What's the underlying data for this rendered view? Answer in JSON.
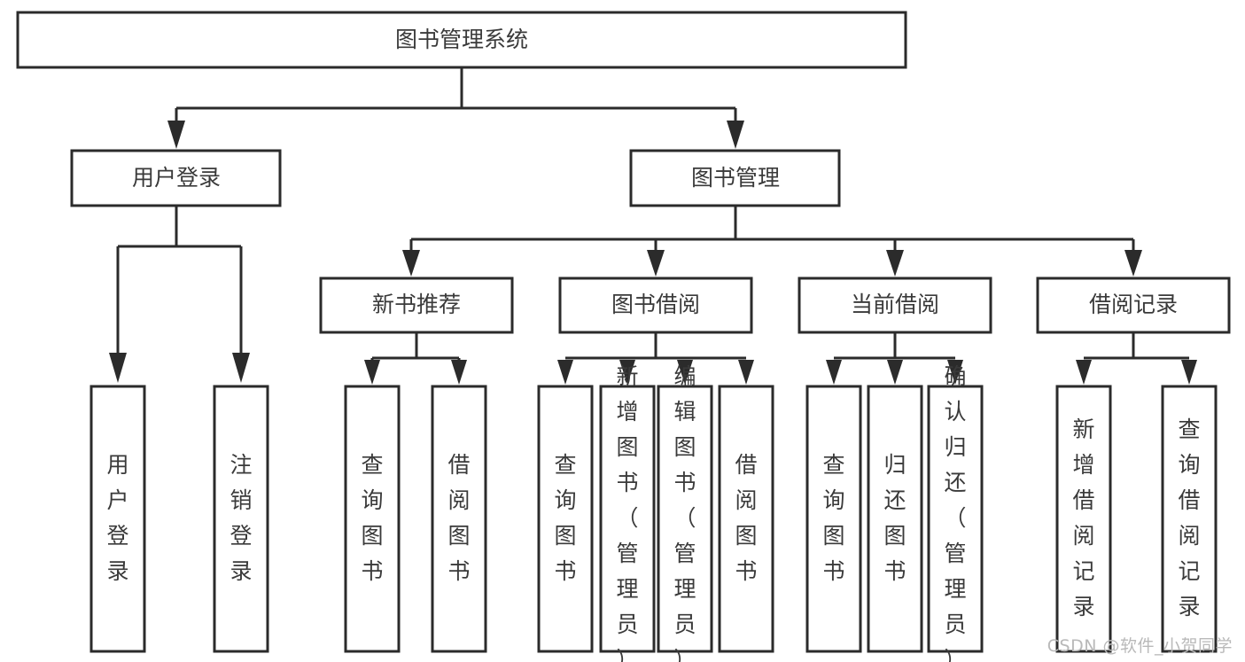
{
  "diagram": {
    "title": "图书管理系统",
    "type": "hierarchy-tree",
    "orientation": "top-down",
    "colors": {
      "box_stroke": "#2b2b2b",
      "box_fill": "#ffffff",
      "text": "#3a3a3a",
      "connector": "#2b2b2b",
      "watermark": "#b9b9b9",
      "background": "#ffffff"
    },
    "root": {
      "label": "图书管理系统"
    },
    "level2": [
      {
        "label": "用户登录"
      },
      {
        "label": "图书管理"
      }
    ],
    "level3": [
      {
        "label": "新书推荐"
      },
      {
        "label": "图书借阅"
      },
      {
        "label": "当前借阅"
      },
      {
        "label": "借阅记录"
      }
    ],
    "leaves": {
      "user_login": [
        "用户登录",
        "注销登录"
      ],
      "new_book_recommend": [
        "查询图书",
        "借阅图书"
      ],
      "book_borrow": [
        "查询图书",
        "新增图书（管理员）",
        "编辑图书（管理员）",
        "借阅图书"
      ],
      "current_borrow": [
        "查询图书",
        "归还图书",
        "确认归还（管理员）"
      ],
      "borrow_record": [
        "新增借阅记录",
        "查询借阅记录"
      ]
    }
  },
  "watermark": {
    "text": "CSDN @软件_小贺同学"
  }
}
